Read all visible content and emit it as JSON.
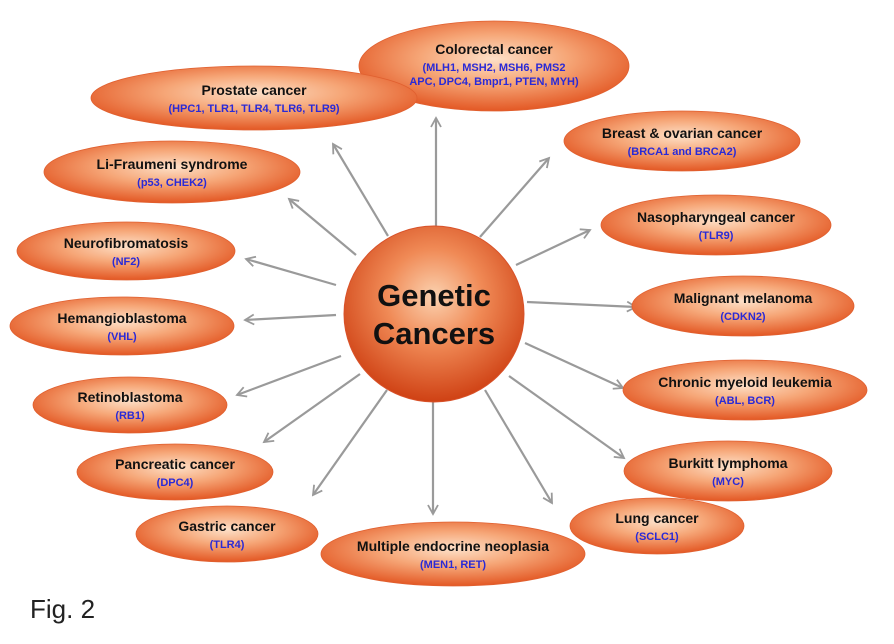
{
  "center": {
    "line1": "Genetic",
    "line2": "Cancers"
  },
  "figure_label": "Fig. 2",
  "colors": {
    "node_dark": "#e2531f",
    "node_light": "#fde0c8",
    "arrow": "#9a9a9a",
    "genes_text": "#2a2ad6"
  },
  "nodes": [
    {
      "title": "Colorectal cancer",
      "genes": [
        "(MLH1, MSH2, MSH6, PMS2",
        "APC, DPC4, Bmpr1, PTEN, MYH)"
      ]
    },
    {
      "title": "Prostate cancer",
      "genes": [
        "(HPC1, TLR1, TLR4, TLR6, TLR9)"
      ]
    },
    {
      "title": "Breast & ovarian cancer",
      "genes": [
        "(BRCA1 and BRCA2)"
      ]
    },
    {
      "title": "Li-Fraumeni syndrome",
      "genes": [
        "(p53, CHEK2)"
      ]
    },
    {
      "title": "Nasopharyngeal cancer",
      "genes": [
        "(TLR9)"
      ]
    },
    {
      "title": "Neurofibromatosis",
      "genes": [
        "(NF2)"
      ]
    },
    {
      "title": "Malignant melanoma",
      "genes": [
        "(CDKN2)"
      ]
    },
    {
      "title": "Hemangioblastoma",
      "genes": [
        "(VHL)"
      ]
    },
    {
      "title": "Chronic myeloid leukemia",
      "genes": [
        "(ABL, BCR)"
      ]
    },
    {
      "title": "Retinoblastoma",
      "genes": [
        "(RB1)"
      ]
    },
    {
      "title": "Burkitt lymphoma",
      "genes": [
        "(MYC)"
      ]
    },
    {
      "title": "Pancreatic cancer",
      "genes": [
        "(DPC4)"
      ]
    },
    {
      "title": "Lung cancer",
      "genes": [
        "(SCLC1)"
      ]
    },
    {
      "title": "Gastric cancer",
      "genes": [
        "(TLR4)"
      ]
    },
    {
      "title": "Multiple endocrine neoplasia",
      "genes": [
        "(MEN1, RET)"
      ]
    }
  ]
}
